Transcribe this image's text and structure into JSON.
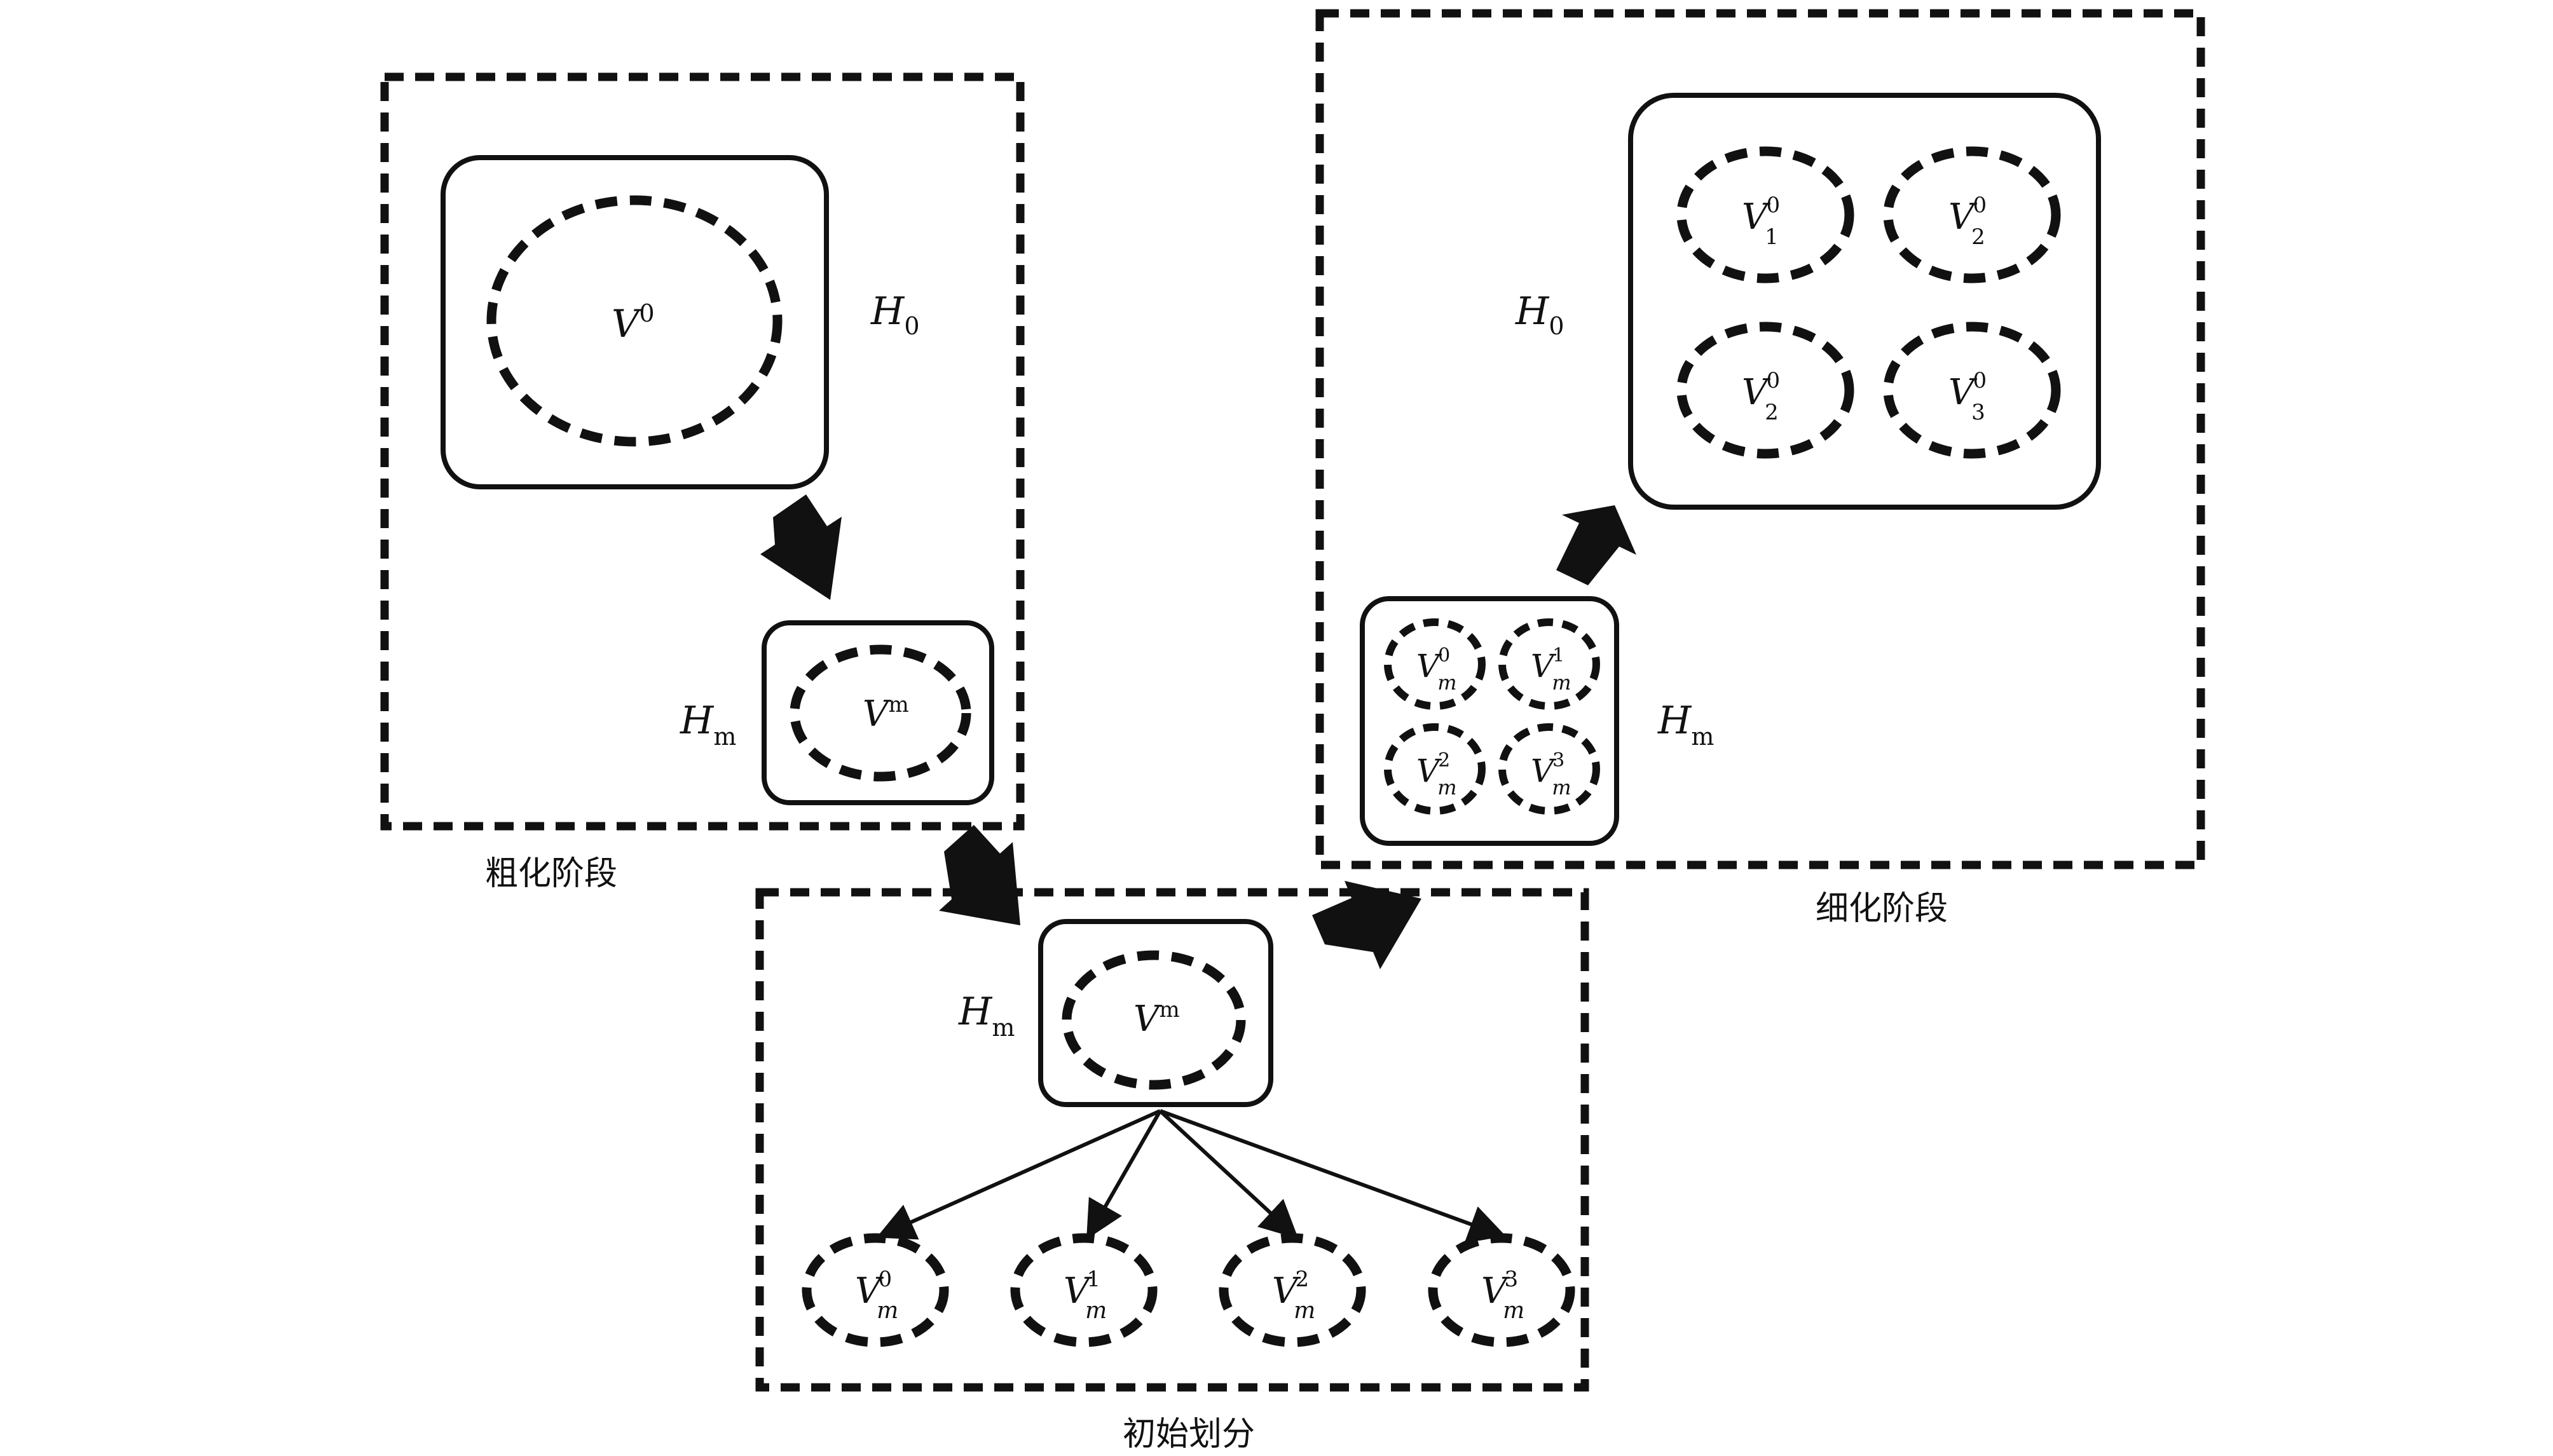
{
  "stages": {
    "coarsening": "粗化阶段",
    "initial": "初始划分",
    "refinement": "细化阶段"
  },
  "graphs": {
    "H0": {
      "base": "H",
      "sub": "0"
    },
    "Hm": {
      "base": "H",
      "sub": "m"
    }
  },
  "vertex_sets": {
    "V0": {
      "base": "V",
      "sup": "0"
    },
    "Vm": {
      "base": "V",
      "sup": "m"
    }
  },
  "initial_parts": [
    {
      "base": "V",
      "sub": "m",
      "sup": "0"
    },
    {
      "base": "V",
      "sub": "m",
      "sup": "1"
    },
    {
      "base": "V",
      "sub": "m",
      "sup": "2"
    },
    {
      "base": "V",
      "sub": "m",
      "sup": "3"
    }
  ],
  "refined_coarse_parts": [
    {
      "base": "V",
      "sub": "m",
      "sup": "0"
    },
    {
      "base": "V",
      "sub": "m",
      "sup": "1"
    },
    {
      "base": "V",
      "sub": "m",
      "sup": "2"
    },
    {
      "base": "V",
      "sub": "m",
      "sup": "3"
    }
  ],
  "refined_fine_parts": [
    {
      "base": "V",
      "sub": "1",
      "sup": "0"
    },
    {
      "base": "V",
      "sub": "2",
      "sup": "0"
    },
    {
      "base": "V",
      "sub": "2",
      "sup": "0"
    },
    {
      "base": "V",
      "sub": "3",
      "sup": "0"
    }
  ]
}
